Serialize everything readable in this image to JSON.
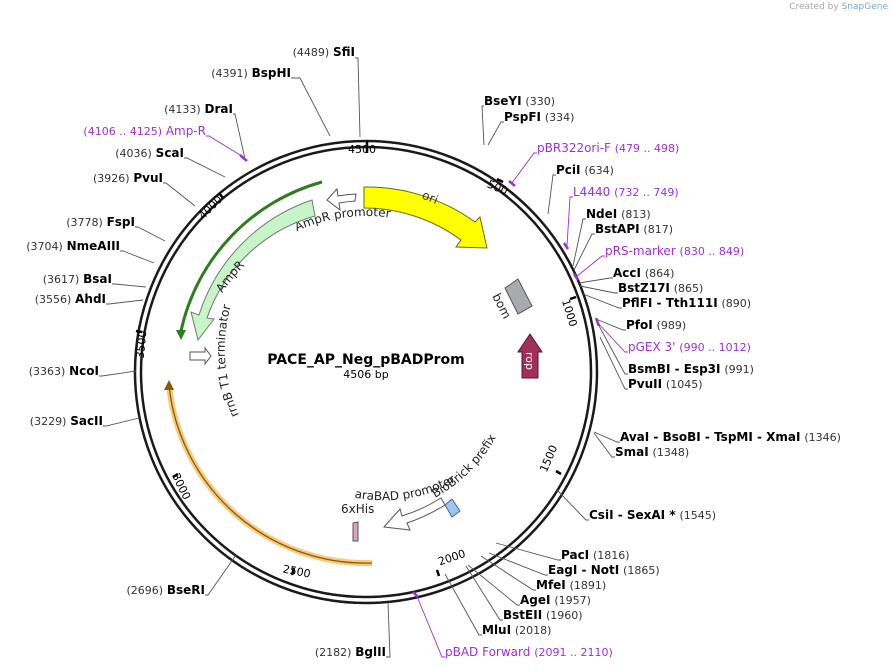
{
  "credit": {
    "prefix": "Created by",
    "brand": "SnapGene"
  },
  "plasmid": {
    "name": "PACE_AP_Neg_pBADProm",
    "length_label": "4506 bp",
    "length": 4506
  },
  "colors": {
    "backbone": "#1a1a1a",
    "enzyme": "#000000",
    "position": "#333333",
    "primer": "#9b30d9",
    "ori": "#ffff00",
    "ampr": "#c8f5c8",
    "ampr_outline": "#2e7d1e",
    "rop": "#a0305a",
    "bom": "#a8aab0",
    "hl_yellow": "#f5c065",
    "biobrick": "#9fc5ef",
    "his": "#d8a5b5"
  },
  "ticks": [
    "500",
    "1000",
    "1500",
    "2000",
    "2500",
    "3000",
    "3500",
    "4000",
    "4500"
  ],
  "features": [
    {
      "name": "ori",
      "label": "ori"
    },
    {
      "name": "AmpR promoter",
      "label": "AmpR promoter"
    },
    {
      "name": "AmpR",
      "label": "AmpR"
    },
    {
      "name": "rrnB T1 terminator",
      "label": "rrnB T1 terminator"
    },
    {
      "name": "bom",
      "label": "bom"
    },
    {
      "name": "rop",
      "label": "rop"
    },
    {
      "name": "araBAD promoter",
      "label": "araBAD promoter"
    },
    {
      "name": "BioBrick prefix",
      "label": "BioBrick prefix"
    },
    {
      "name": "6xHis",
      "label": "6xHis"
    }
  ],
  "sites": [
    {
      "names": [
        "SfiI"
      ],
      "pos": "(4489)",
      "side": "L"
    },
    {
      "names": [
        "BspHI"
      ],
      "pos": "(4391)",
      "side": "L"
    },
    {
      "names": [
        "DraI"
      ],
      "pos": "(4133)",
      "side": "L"
    },
    {
      "names": [
        "Amp-R"
      ],
      "pos": "(4106 .. 4125)",
      "side": "L",
      "primer": true
    },
    {
      "names": [
        "ScaI"
      ],
      "pos": "(4036)",
      "side": "L"
    },
    {
      "names": [
        "PvuI"
      ],
      "pos": "(3926)",
      "side": "L"
    },
    {
      "names": [
        "FspI"
      ],
      "pos": "(3778)",
      "side": "L"
    },
    {
      "names": [
        "NmeAIII"
      ],
      "pos": "(3704)",
      "side": "L"
    },
    {
      "names": [
        "BsaI"
      ],
      "pos": "(3617)",
      "side": "L"
    },
    {
      "names": [
        "AhdI"
      ],
      "pos": "(3556)",
      "side": "L"
    },
    {
      "names": [
        "NcoI"
      ],
      "pos": "(3363)",
      "side": "L"
    },
    {
      "names": [
        "SacII"
      ],
      "pos": "(3229)",
      "side": "L"
    },
    {
      "names": [
        "BseRI"
      ],
      "pos": "(2696)",
      "side": "L"
    },
    {
      "names": [
        "BglII"
      ],
      "pos": "(2182)",
      "side": "L"
    },
    {
      "names": [
        "BseYI"
      ],
      "pos": "(330)",
      "side": "R"
    },
    {
      "names": [
        "PspFI"
      ],
      "pos": "(334)",
      "side": "R"
    },
    {
      "names": [
        "pBR322ori-F"
      ],
      "pos": "(479 .. 498)",
      "side": "R",
      "primer": true
    },
    {
      "names": [
        "PciI"
      ],
      "pos": "(634)",
      "side": "R"
    },
    {
      "names": [
        "L4440"
      ],
      "pos": "(732 .. 749)",
      "side": "R",
      "primer": true
    },
    {
      "names": [
        "NdeI"
      ],
      "pos": "(813)",
      "side": "R"
    },
    {
      "names": [
        "BstAPI"
      ],
      "pos": "(817)",
      "side": "R"
    },
    {
      "names": [
        "pRS-marker"
      ],
      "pos": "(830 .. 849)",
      "side": "R",
      "primer": true
    },
    {
      "names": [
        "AccI"
      ],
      "pos": "(864)",
      "side": "R"
    },
    {
      "names": [
        "BstZ17I"
      ],
      "pos": "(865)",
      "side": "R"
    },
    {
      "names": [
        "PflFI",
        "Tth111I"
      ],
      "pos": "(890)",
      "side": "R"
    },
    {
      "names": [
        "PfoI"
      ],
      "pos": "(989)",
      "side": "R"
    },
    {
      "names": [
        "pGEX 3'"
      ],
      "pos": "(990 .. 1012)",
      "side": "R",
      "primer": true
    },
    {
      "names": [
        "BsmBI",
        "Esp3I"
      ],
      "pos": "(991)",
      "side": "R"
    },
    {
      "names": [
        "PvuII"
      ],
      "pos": "(1045)",
      "side": "R"
    },
    {
      "names": [
        "AvaI",
        "BsoBI",
        "TspMI",
        "XmaI"
      ],
      "pos": "(1346)",
      "side": "R"
    },
    {
      "names": [
        "SmaI"
      ],
      "pos": "(1348)",
      "side": "R"
    },
    {
      "names": [
        "CsiI",
        "SexAI *"
      ],
      "pos": "(1545)",
      "side": "R"
    },
    {
      "names": [
        "PacI"
      ],
      "pos": "(1816)",
      "side": "R"
    },
    {
      "names": [
        "EagI",
        "NotI"
      ],
      "pos": "(1865)",
      "side": "R"
    },
    {
      "names": [
        "MfeI"
      ],
      "pos": "(1891)",
      "side": "R"
    },
    {
      "names": [
        "AgeI"
      ],
      "pos": "(1957)",
      "side": "R"
    },
    {
      "names": [
        "BstEII"
      ],
      "pos": "(1960)",
      "side": "R"
    },
    {
      "names": [
        "MluI"
      ],
      "pos": "(2018)",
      "side": "R"
    },
    {
      "names": [
        "pBAD Forward"
      ],
      "pos": "(2091 .. 2110)",
      "side": "R",
      "primer": true
    }
  ]
}
